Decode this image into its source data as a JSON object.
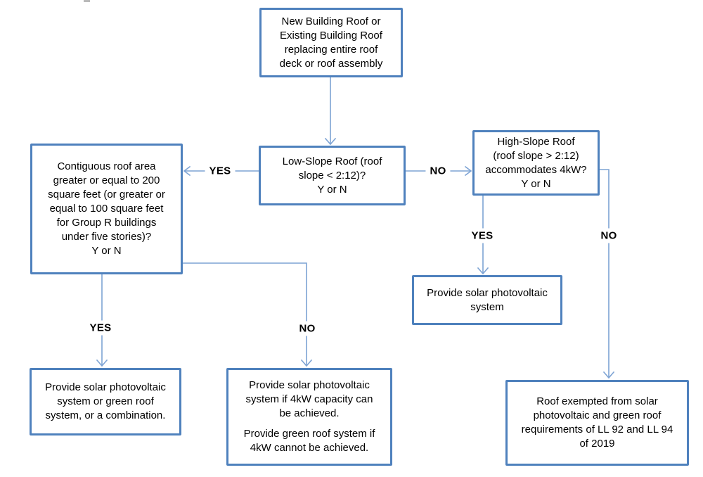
{
  "flowchart": {
    "colors": {
      "box_border": "#4f81bd",
      "connector": "#7da3d4",
      "text": "#000000",
      "background": "#ffffff"
    },
    "nodes": {
      "start": {
        "label": "New Building Roof or\nExisting Building Roof\nreplacing entire roof\ndeck or roof assembly"
      },
      "low_slope": {
        "label": "Low-Slope Roof (roof\nslope < 2:12)?\nY or N"
      },
      "contiguous": {
        "label": "Contiguous roof area\ngreater or equal to 200\nsquare feet (or greater or\nequal to 100 square feet\nfor Group R buildings\nunder five stories)?\nY or N"
      },
      "high_slope": {
        "label": "High-Slope Roof\n(roof slope > 2:12)\naccommodates 4kW?\nY or N"
      },
      "provide_pv": {
        "label": "Provide solar photovoltaic\nsystem"
      },
      "exempt": {
        "label": "Roof exempted from solar\nphotovoltaic and green roof\nrequirements of LL 92 and LL 94\nof 2019"
      },
      "pv_or_green": {
        "label": "Provide solar photovoltaic\nsystem or green roof\nsystem, or a combination."
      },
      "pv_if_4kw": {
        "label_para1": "Provide solar photovoltaic\nsystem if 4kW capacity can\nbe achieved.",
        "label_para2": "Provide green roof system if\n4kW cannot be achieved."
      }
    },
    "edge_labels": {
      "low_slope_yes": "YES",
      "low_slope_no": "NO",
      "high_slope_yes": "YES",
      "high_slope_no": "NO",
      "contiguous_yes": "YES",
      "contiguous_no": "NO"
    }
  }
}
